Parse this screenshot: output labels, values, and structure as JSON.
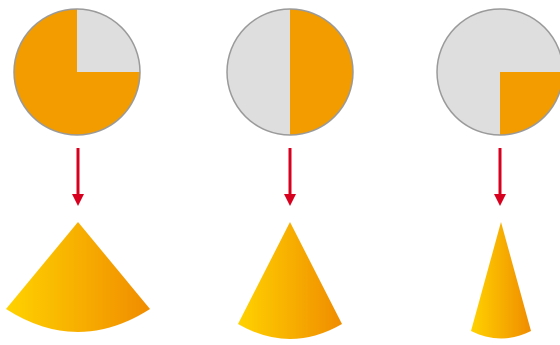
{
  "colors": {
    "sector": "#F39C00",
    "disc": "#DEDEDE",
    "disc_stroke": "#9A9A9A",
    "arrow": "#D7001E",
    "cone_light": "#FFD200",
    "cone_dark": "#F08C00"
  },
  "diagram": {
    "items": [
      {
        "name": "three-quarter-sector",
        "sector_fraction": 0.75
      },
      {
        "name": "half-sector",
        "sector_fraction": 0.5
      },
      {
        "name": "quarter-sector",
        "sector_fraction": 0.25
      }
    ]
  }
}
